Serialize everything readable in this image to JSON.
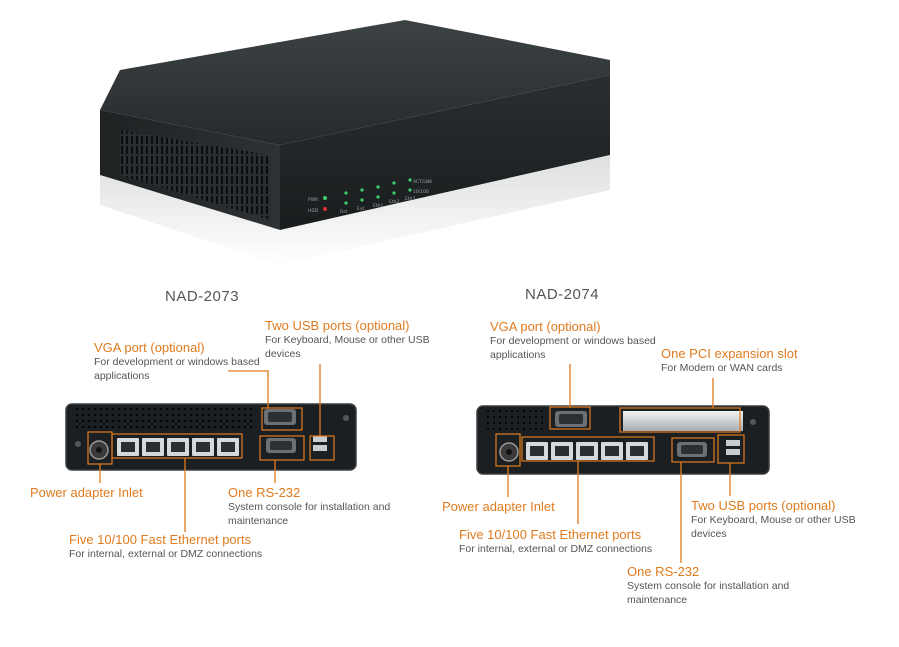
{
  "models": {
    "left": "NAD-2073",
    "right": "NAD-2074"
  },
  "device_front": {
    "leds": [
      "PWR",
      "HDD"
    ],
    "ports": [
      "Rst",
      "Ext",
      "Eth1",
      "Eth2",
      "Eth3"
    ],
    "act_label": "ACT/LNK",
    "speed_label": "10/100"
  },
  "nad2073": {
    "vga": {
      "title": "VGA port (optional)",
      "desc": "For development or windows based applications"
    },
    "usb": {
      "title": "Two USB ports (optional)",
      "desc": "For Keyboard, Mouse or other USB devices"
    },
    "power": {
      "title": "Power adapter Inlet"
    },
    "rs232": {
      "title": "One RS-232",
      "desc": "System console for installation and maintenance"
    },
    "ethernet": {
      "title": "Five 10/100 Fast Ethernet ports",
      "desc": "For internal, external or DMZ connections"
    }
  },
  "nad2074": {
    "vga": {
      "title": "VGA port (optional)",
      "desc": "For development or windows based applications"
    },
    "pci": {
      "title": "One PCI expansion slot",
      "desc": "For Modem or WAN cards"
    },
    "power": {
      "title": "Power adapter Inlet"
    },
    "ethernet": {
      "title": "Five 10/100 Fast Ethernet ports",
      "desc": "For internal, external or DMZ connections"
    },
    "usb": {
      "title": "Two USB ports (optional)",
      "desc": "For Keyboard, Mouse or other USB devices"
    },
    "rs232": {
      "title": "One RS-232",
      "desc": "System console for installation and maintenance"
    }
  },
  "colors": {
    "accent": "#e07b1f",
    "device": "#2b2f31",
    "text": "#555555"
  }
}
